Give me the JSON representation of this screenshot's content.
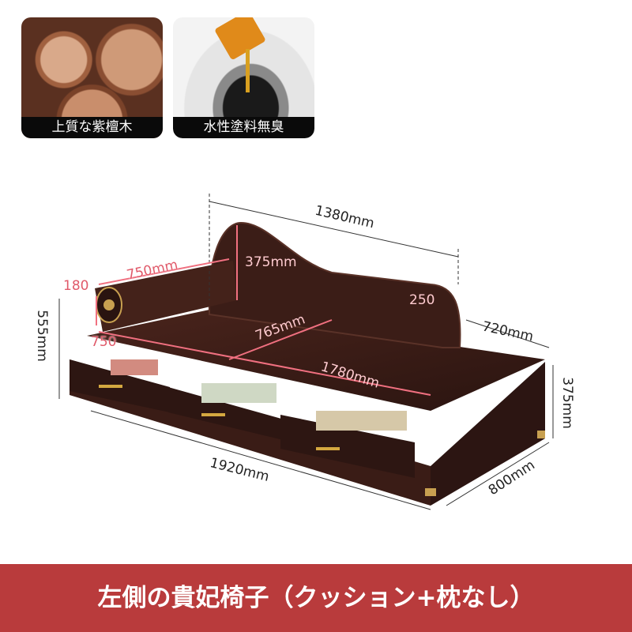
{
  "features": [
    {
      "label": "上質な紫檀木",
      "icon": "wood-logs-image"
    },
    {
      "label": "水性塗料無臭",
      "icon": "paint-brush-image"
    }
  ],
  "dimensions": {
    "back_width": "1380mm",
    "armrest_length": "750mm",
    "backrest_height": "375mm",
    "armrest_height": "180",
    "backrest_end": "250",
    "left_depth": "750",
    "seat_depth": "765mm",
    "seat_length": "1780mm",
    "right_depth": "720mm",
    "total_height": "555mm",
    "base_height": "375mm",
    "total_length": "1920mm",
    "total_depth": "800mm"
  },
  "banner": {
    "title": "左側の貴妃椅子（クッション+枕なし）"
  },
  "colors": {
    "banner": "#b93b3c",
    "wood": "#3a1c16"
  }
}
